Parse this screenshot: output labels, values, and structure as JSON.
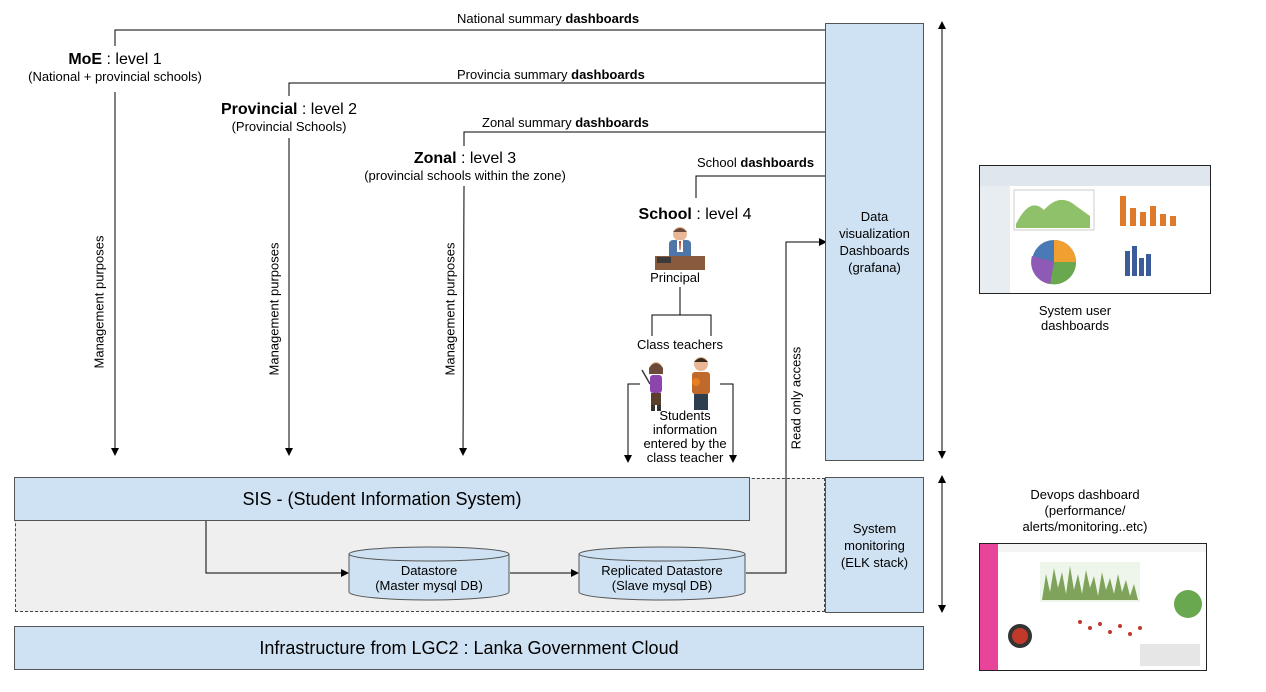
{
  "levels": {
    "moe": {
      "name": "MoE",
      "suffix": " : level 1",
      "scope": "(National + provincial schools)"
    },
    "provincial": {
      "name": "Provincial",
      "suffix": " : level 2",
      "scope": "(Provincial Schools)"
    },
    "zonal": {
      "name": "Zonal",
      "suffix": " : level 3",
      "scope": "(provincial schools within the zone)"
    },
    "school": {
      "name": "School",
      "suffix": " : level 4"
    }
  },
  "dashboards": {
    "national": {
      "prefix": "National summary ",
      "bold": "dashboards"
    },
    "provincial": {
      "prefix": "Provincia summary ",
      "bold": "dashboards"
    },
    "zonal": {
      "prefix": "Zonal summary ",
      "bold": "dashboards"
    },
    "school": {
      "prefix": "School ",
      "bold": "dashboards"
    }
  },
  "management_label": "Management purposes",
  "read_only_label": "Read only access",
  "roles": {
    "principal": "Principal",
    "class_teachers": "Class teachers",
    "students_info": [
      "Students",
      "information",
      "entered by the",
      "class teacher"
    ]
  },
  "boxes": {
    "data_viz": [
      "Data",
      "visualization",
      "Dashboards",
      "(grafana)"
    ],
    "sis": "SIS - (Student Information System)",
    "datastore": [
      "Datastore",
      "(Master mysql DB)"
    ],
    "replicated": [
      "Replicated Datastore",
      "(Slave mysql DB)"
    ],
    "monitoring": [
      "System",
      "monitoring",
      "(ELK stack)"
    ],
    "infra": "Infrastructure from  LGC2 : Lanka Government Cloud"
  },
  "right": {
    "system_user": [
      "System user",
      "dashboards"
    ],
    "devops": [
      "Devops dashboard",
      "(performance/",
      "alerts/monitoring..etc)"
    ]
  },
  "colors": {
    "box_fill": "#cfe2f3",
    "gray_region": "#efefef"
  }
}
